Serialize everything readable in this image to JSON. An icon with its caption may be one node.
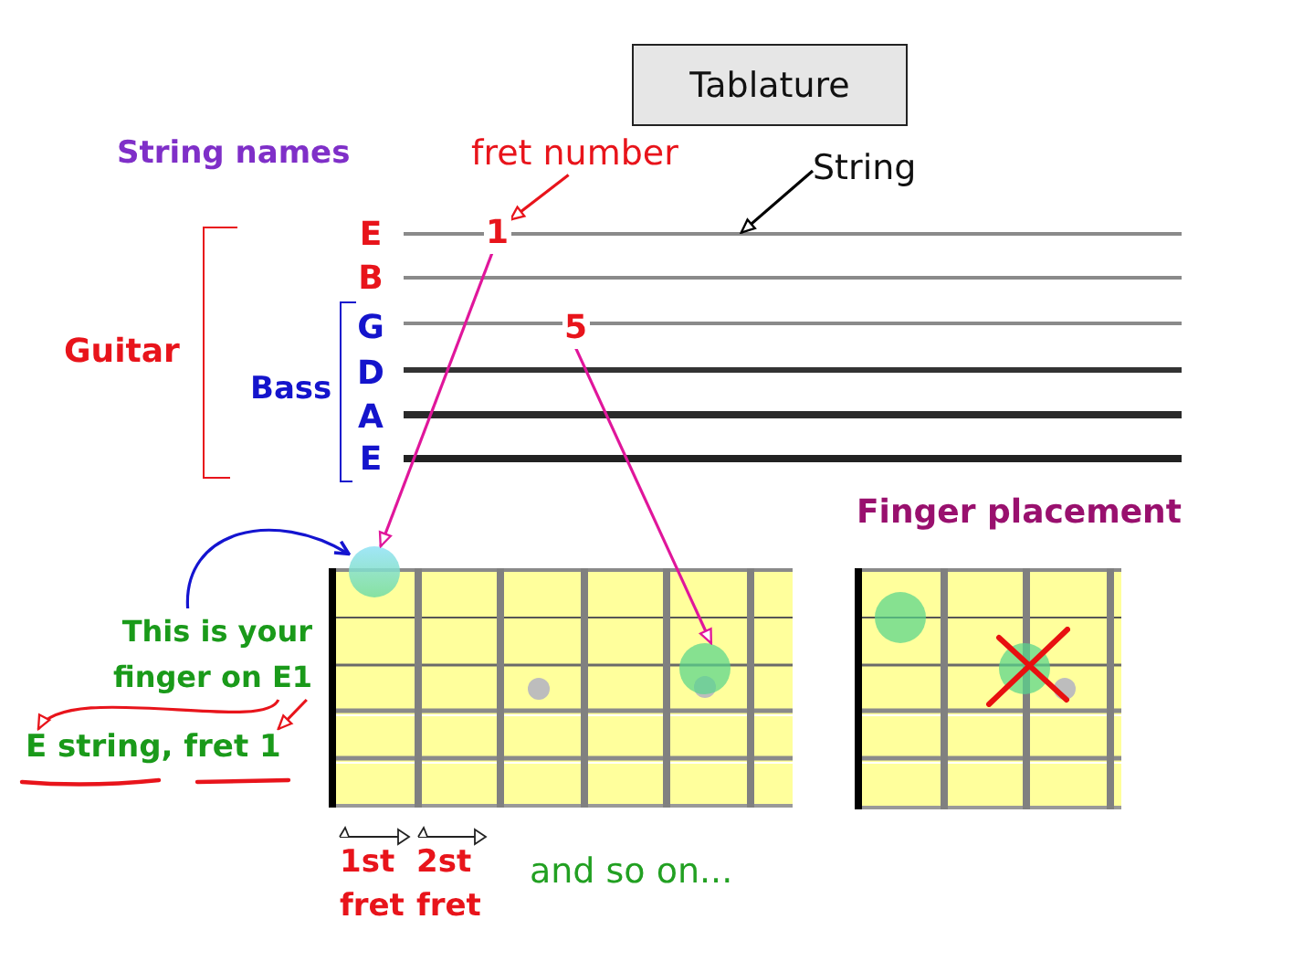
{
  "diagram": {
    "nodes": [
      {
        "text": [
          "Tablature"
        ]
      },
      {
        "text": [
          "fret number"
        ]
      },
      {
        "text": [
          "String"
        ]
      },
      {
        "text": [
          "1"
        ]
      },
      {
        "text": [
          "5"
        ]
      },
      {
        "text": [],
        "shape": "line"
      },
      {
        "text": [],
        "shape": "line"
      },
      {
        "text": [],
        "shape": "line"
      },
      {
        "text": [],
        "shape": "line"
      },
      {
        "text": [],
        "shape": "line"
      },
      {
        "text": [],
        "shape": "line"
      },
      {
        "text": [],
        "shape": "circle"
      },
      {
        "text": [],
        "shape": "picture"
      },
      {
        "text": [],
        "shape": "circle",
        "in": 12
      },
      {
        "text": [
          "Finger placement"
        ]
      },
      {
        "text": [],
        "shape": "circle",
        "in": 14
      },
      {
        "text": [],
        "shape": "circle",
        "in": 14
      },
      {
        "text": [
          "This is your finger on E1"
        ]
      },
      {
        "text": [
          "E string, fret 1"
        ]
      }
    ],
    "edges": [
      {
        "from": 1,
        "to": 3,
        "arrow": "to",
        "color": "#e8141b"
      },
      {
        "from": 2,
        "to": 5,
        "arrow": "to",
        "color": "#000000"
      },
      {
        "from": 3,
        "to": 11,
        "arrow": "to",
        "color": "#e0169b"
      },
      {
        "from": 4,
        "to": 13,
        "arrow": "to",
        "color": "#e0169b"
      },
      {
        "from": 17,
        "to": 11,
        "arrow": "to",
        "color": "#1414d0"
      },
      {
        "from": 17,
        "to": 18,
        "arrow": "to",
        "color": "#e8141b"
      },
      {
        "from": 17,
        "to": 18,
        "arrow": "to",
        "color": "#e8141b"
      }
    ],
    "labels": [
      "String names",
      "Guitar",
      "Bass",
      "E",
      "B",
      "G",
      "D",
      "A",
      "E",
      "1st fret",
      "2st fret",
      "and so on..."
    ]
  }
}
